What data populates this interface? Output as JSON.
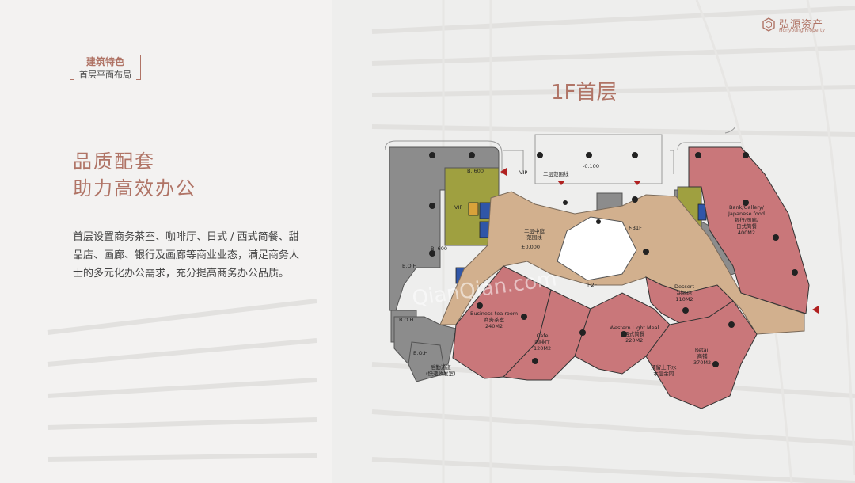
{
  "brand": {
    "name_cn": "弘源资产",
    "name_en": "Honyoung Property",
    "accent": "#b07466"
  },
  "section": {
    "title": "建筑特色",
    "subtitle": "首层平面布局"
  },
  "headline": {
    "line1": "品质配套",
    "line2": "助力高效办公"
  },
  "description": "首层设置商务茶室、咖啡厅、日式 / 西式简餐、甜品店、画廊、银行及画廊等商业业态，满足商务人士的多元化办公需求，充分提高商务办公品质。",
  "floor_title": "1F首层",
  "plan": {
    "colors": {
      "retail": "#c9777a",
      "corridor": "#d2b08e",
      "service": "#8c8c8c",
      "lobby": "#9fa040",
      "elevator": "#3056a8",
      "stair": "#d9a23a"
    },
    "labels": {
      "boh1": "B.O.H",
      "boh2": "B.O.H",
      "boh3": "B.O.H",
      "b600": "B. 600",
      "b600b": "B. 600",
      "vip1": "VIP",
      "vip2": "VIP",
      "level1": "-0.100",
      "upper_line": "二层范围线",
      "atrium_line_1": "二层中庭",
      "atrium_line_2": "范围线",
      "level2": "±0.000",
      "b1f": "下B1F",
      "to2f": "上2F",
      "tea_en": "Business tea room",
      "tea_cn": "商务茶室",
      "tea_area": "240M2",
      "cafe_en": "Cafe",
      "cafe_cn": "咖啡厅",
      "cafe_area": "120M2",
      "western_en": "Western Light Meal",
      "western_cn": "西式简餐",
      "western_area": "220M2",
      "dessert_en": "Dessert",
      "dessert_cn": "甜品店",
      "dessert_area": "110M2",
      "retail_en": "Retail",
      "retail_cn": "商铺",
      "retail_area": "370M2",
      "water_1": "预留上下水",
      "water_2": "本层余同",
      "bank_1": "Bank/Gallery/",
      "bank_2": "Japanese food",
      "bank_cn": "银行/画廊/",
      "bank_cn2": "日式简餐",
      "bank_area": "400M2",
      "logistics_1": "后勤通道",
      "logistics_2": "(快递收发室)"
    }
  },
  "watermark": "QianQian.com"
}
